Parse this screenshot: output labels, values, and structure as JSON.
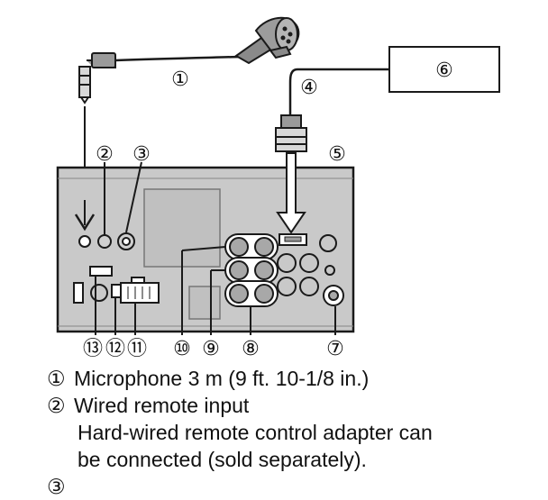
{
  "callouts": [
    "①",
    "②",
    "③",
    "④",
    "⑤",
    "⑥",
    "⑦",
    "⑧",
    "⑨",
    "⑩",
    "⑪",
    "⑫",
    "⑬"
  ],
  "legend": [
    {
      "num": "①",
      "text": "Microphone 3 m (9 ft. 10-1/8 in.)"
    },
    {
      "num": "②",
      "text": "Wired remote input",
      "lines": [
        "Hard-wired remote control adapter can",
        "be connected (sold separately)."
      ]
    }
  ],
  "legend_next_num": "③",
  "colors": {
    "unit_fill": "#c9c9c9",
    "line": "#1a1a1a",
    "background": "#ffffff"
  }
}
